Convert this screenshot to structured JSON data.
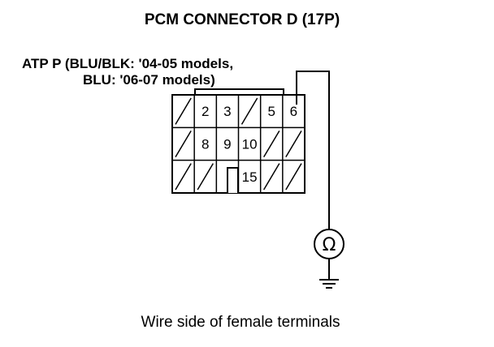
{
  "title": "PCM CONNECTOR D (17P)",
  "wire_label": {
    "line1": "ATP P (BLU/BLK: '04-05 models,",
    "line2": "BLU: '06-07 models)"
  },
  "connector": {
    "terminals": [
      {
        "number": "2",
        "row": 1,
        "col": 2
      },
      {
        "number": "3",
        "row": 1,
        "col": 3
      },
      {
        "number": "5",
        "row": 1,
        "col": 5
      },
      {
        "number": "6",
        "row": 1,
        "col": 6
      },
      {
        "number": "8",
        "row": 2,
        "col": 2
      },
      {
        "number": "9",
        "row": 2,
        "col": 3
      },
      {
        "number": "10",
        "row": 2,
        "col": 4
      },
      {
        "number": "15",
        "row": 3,
        "col": 4
      }
    ],
    "unused_cells": [
      {
        "row": 1,
        "col": 1
      },
      {
        "row": 1,
        "col": 4
      },
      {
        "row": 2,
        "col": 1
      },
      {
        "row": 2,
        "col": 5
      },
      {
        "row": 2,
        "col": 6
      },
      {
        "row": 3,
        "col": 1
      },
      {
        "row": 3,
        "col": 2
      },
      {
        "row": 3,
        "col": 5
      },
      {
        "row": 3,
        "col": 6
      }
    ]
  },
  "meter": {
    "symbol": "Ω",
    "icon": "ohmmeter-icon"
  },
  "ground": {
    "icon": "ground-icon"
  },
  "caption": "Wire side of female terminals"
}
